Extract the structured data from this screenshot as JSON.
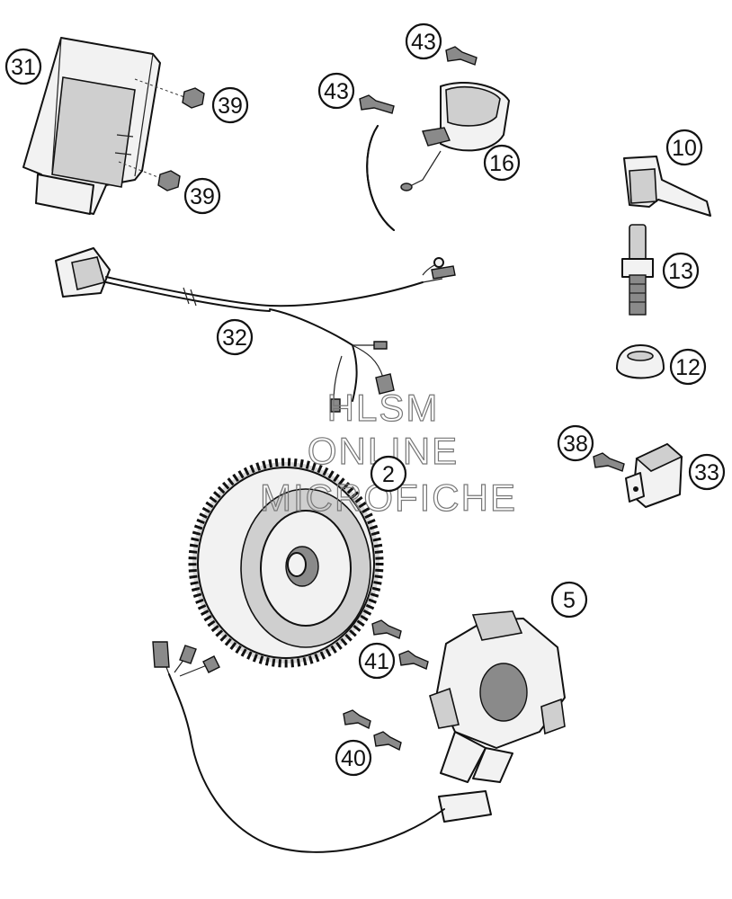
{
  "callouts": [
    {
      "id": "c31",
      "label": "31"
    },
    {
      "id": "c39a",
      "label": "39"
    },
    {
      "id": "c39b",
      "label": "39"
    },
    {
      "id": "c43a",
      "label": "43"
    },
    {
      "id": "c43b",
      "label": "43"
    },
    {
      "id": "c16",
      "label": "16"
    },
    {
      "id": "c10",
      "label": "10"
    },
    {
      "id": "c13",
      "label": "13"
    },
    {
      "id": "c12",
      "label": "12"
    },
    {
      "id": "c32",
      "label": "32"
    },
    {
      "id": "c38",
      "label": "38"
    },
    {
      "id": "c33",
      "label": "33"
    },
    {
      "id": "c2",
      "label": "2"
    },
    {
      "id": "c5",
      "label": "5"
    },
    {
      "id": "c41",
      "label": "41"
    },
    {
      "id": "c40",
      "label": "40"
    }
  ],
  "watermark": {
    "line1": "HLSM",
    "line2": "ONLINE",
    "line3": "MICROFICHE"
  }
}
